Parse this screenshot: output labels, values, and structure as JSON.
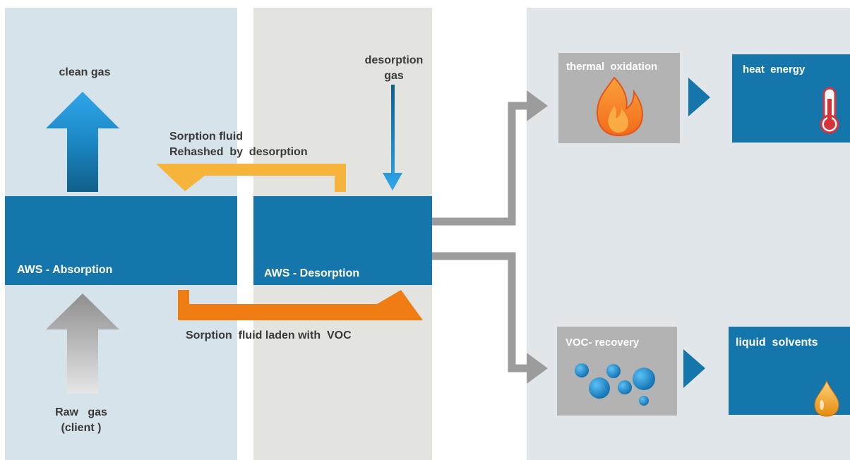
{
  "colors": {
    "panel_absorption": "#d6e3ea",
    "panel_desorption": "#e3e3df",
    "panel_right": "#e1e6ea",
    "unit_blue": "#1476ab",
    "gray_box": "#b3b3b3",
    "arrow_blue": "#2f9fdc",
    "arrow_orange_light": "#f7b43b",
    "arrow_orange_dark": "#ef7d13",
    "arrow_gray": "#9c9c9c",
    "flame": "#f47e20",
    "bubble": "#1f8fd0"
  },
  "absorption": {
    "unit_label": "AWS - Absorption",
    "clean_gas_label": "clean gas",
    "raw_gas_label_1": "Raw   gas",
    "raw_gas_label_2": "(client )"
  },
  "desorption": {
    "unit_label": "AWS - Desorption",
    "desorption_gas_label_1": "desorption",
    "desorption_gas_label_2": "gas"
  },
  "flows": {
    "fluid_refreshed_1": "Sorption fluid",
    "fluid_refreshed_2": "Rehashed  by  desorption",
    "fluid_laden": "Sorption  fluid laden with  VOC"
  },
  "outputs": {
    "thermal_oxidation": {
      "label": "thermal  oxidation",
      "icon": "flame-icon"
    },
    "heat_energy": {
      "label": "heat  energy",
      "icon": "thermometer-icon"
    },
    "voc_recovery": {
      "label": "VOC- recovery",
      "icon": "bubbles-icon"
    },
    "liquid_solvents": {
      "label": "liquid  solvents",
      "icon": "droplet-icon"
    }
  }
}
